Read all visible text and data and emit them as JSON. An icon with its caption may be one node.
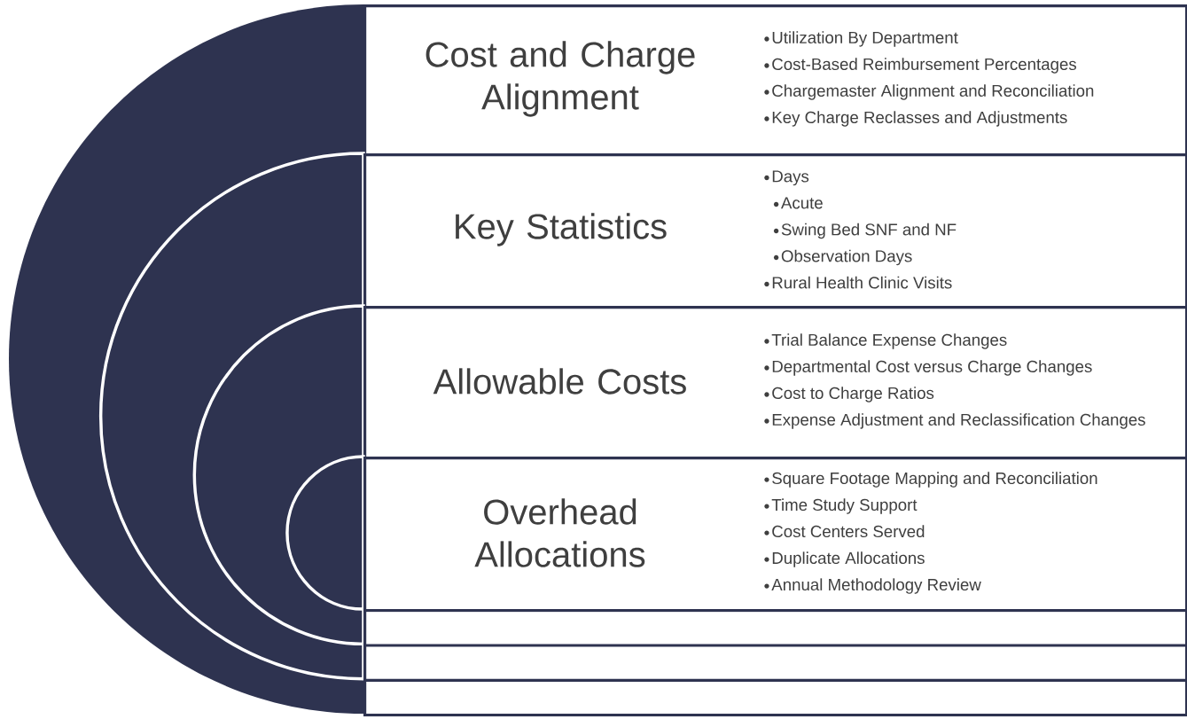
{
  "diagram": {
    "nodes": [
      {
        "text": [
          "Cost and Charge Alignment",
          "Utilization By Department",
          "Cost-Based Reimbursement Percentages",
          "Chargemaster Alignment and Reconciliation",
          "Key Charge Reclasses and Adjustments"
        ]
      },
      {
        "text": [
          "Key Statistics",
          "Days",
          "Acute",
          "Swing Bed SNF and NF",
          "Observation Days",
          "Rural Health Clinic Visits"
        ],
        "in": 0
      },
      {
        "text": [
          "Allowable Costs",
          "Trial Balance Expense Changes",
          "Departmental Cost versus Charge Changes",
          "Cost to Charge Ratios",
          "Expense Adjustment and Reclassification Changes"
        ],
        "in": 1
      },
      {
        "text": [
          "Overhead Allocations",
          "Square Footage Mapping and Reconciliation",
          "Time Study Support",
          "Cost Centers Served",
          "Duplicate Allocations",
          "Annual Methodology Review"
        ],
        "in": 2
      }
    ]
  }
}
